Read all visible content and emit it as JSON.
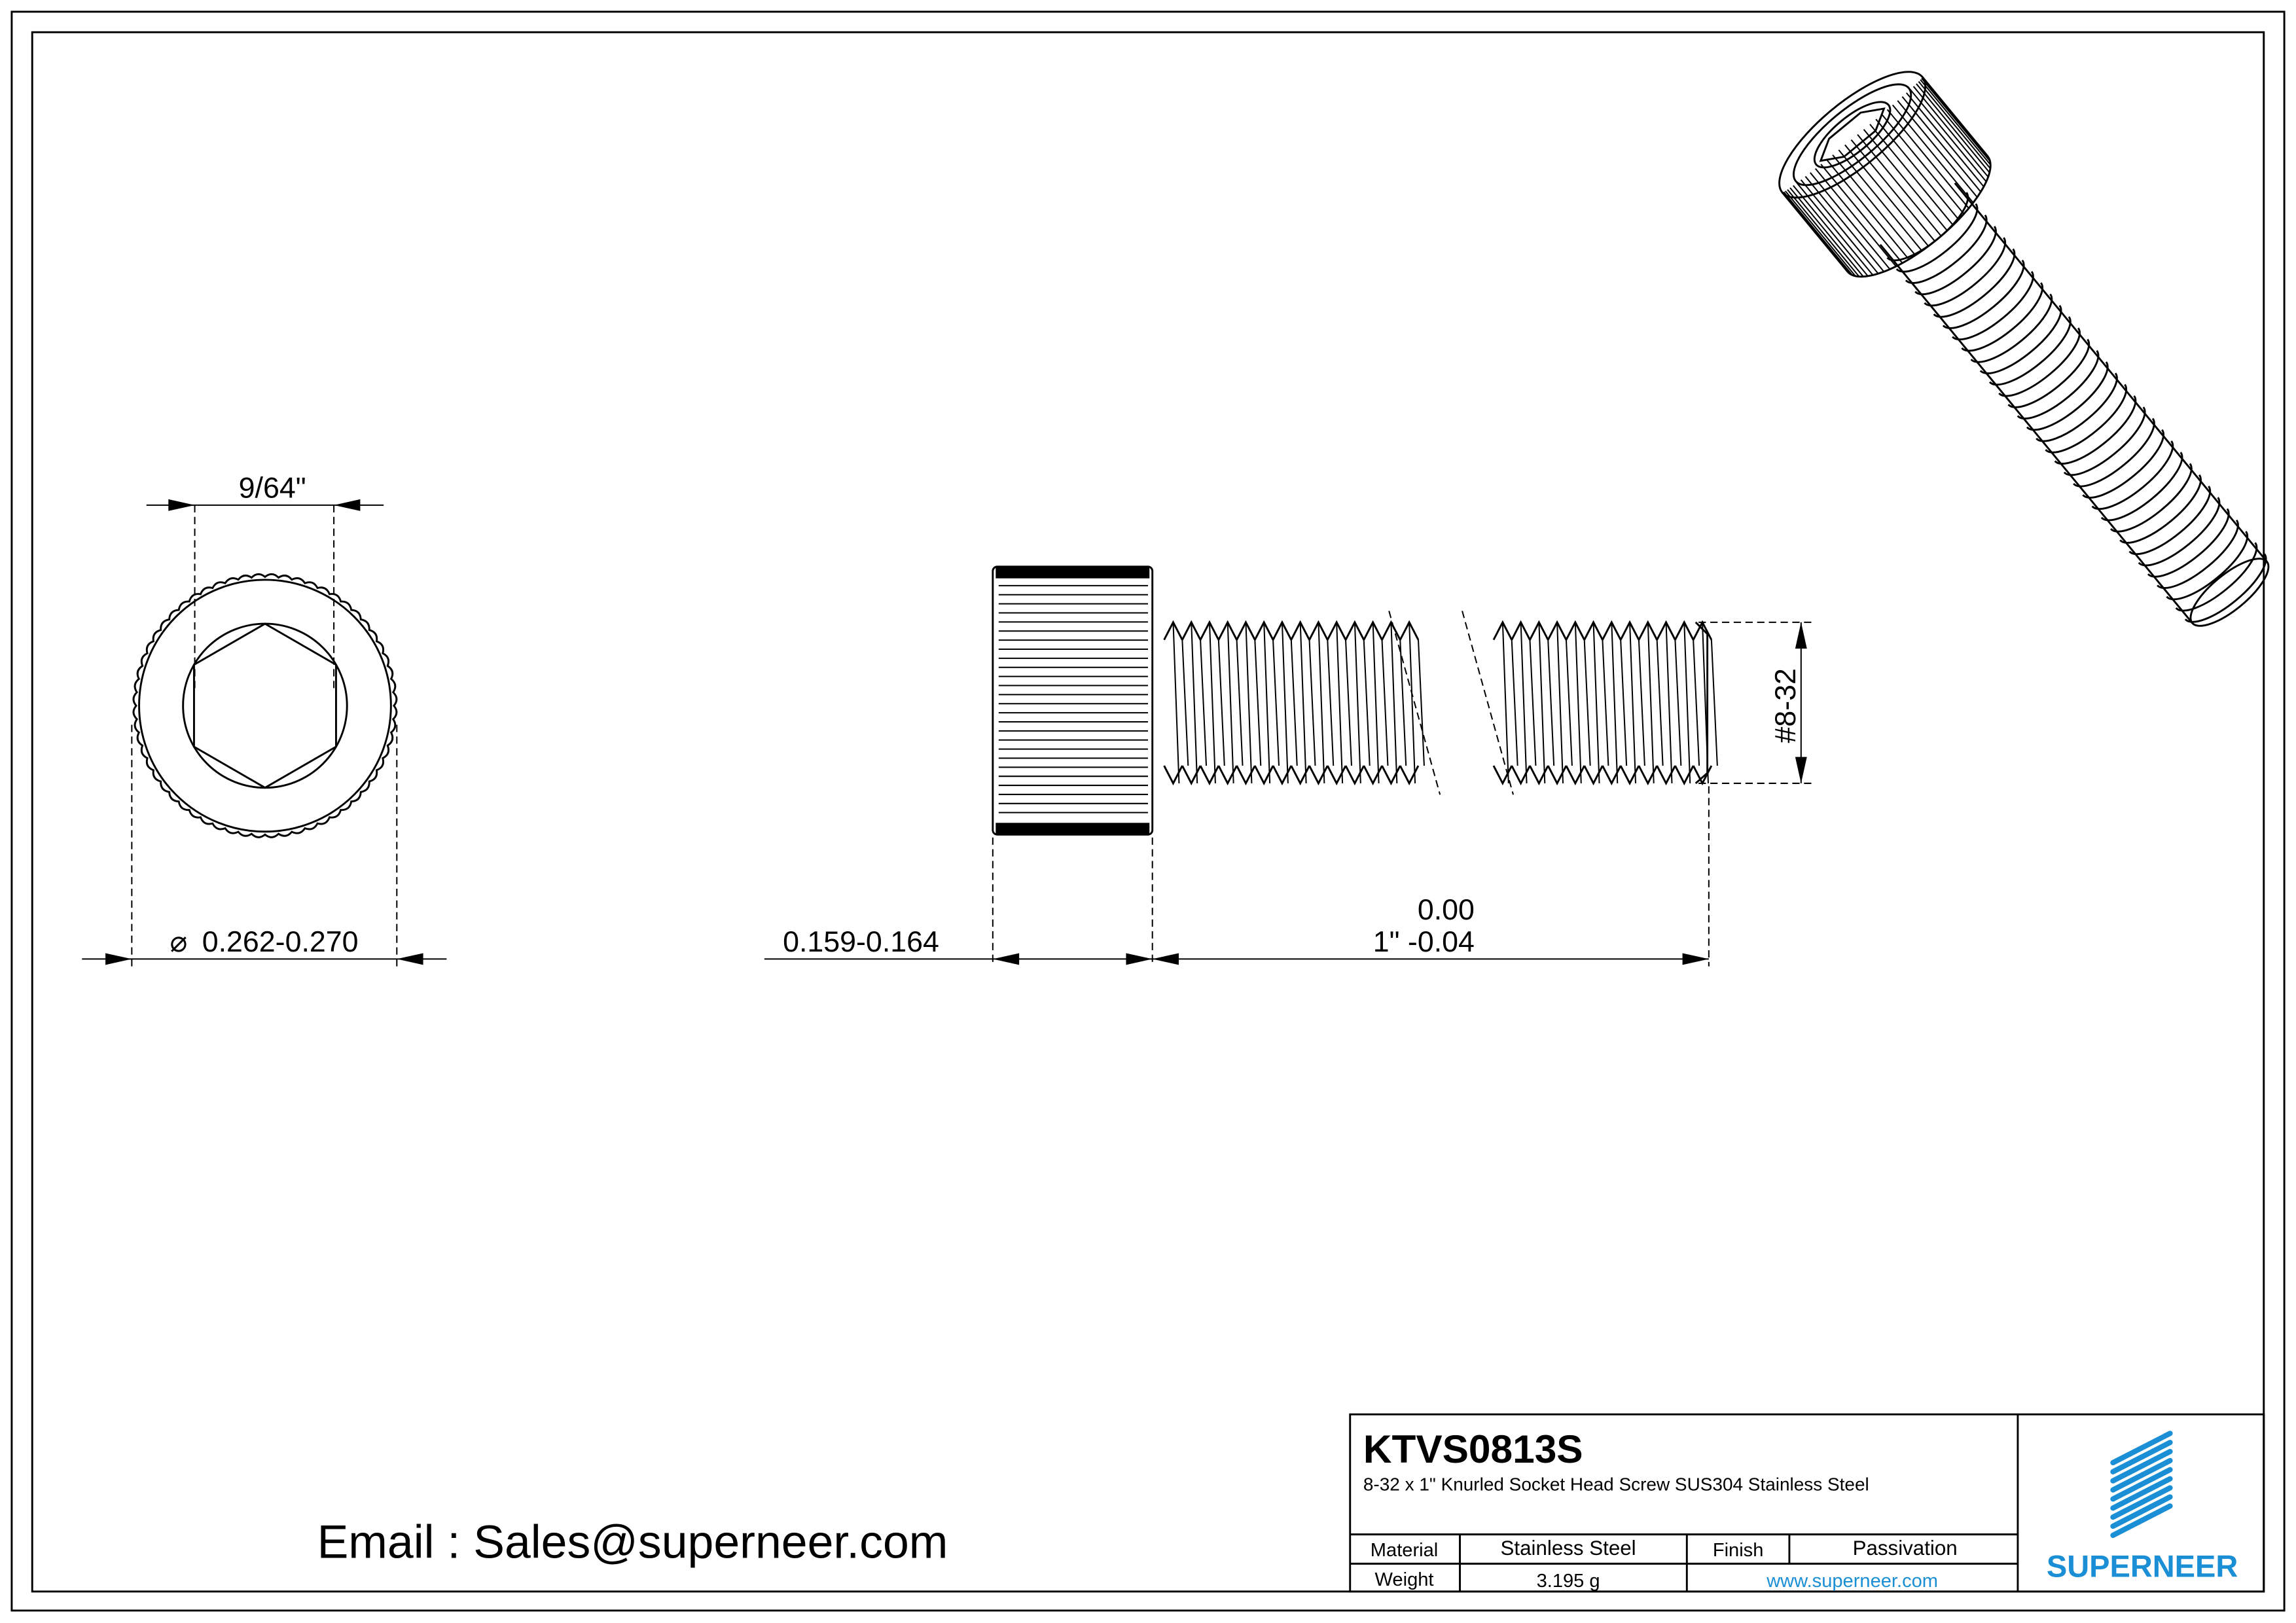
{
  "drawing": {
    "front_view": {
      "socket_width": "9/64\"",
      "head_diameter_symbol": "⌀",
      "head_diameter": "0.262-0.270"
    },
    "side_view": {
      "head_height": "0.159-0.164",
      "length_upper_tolerance": "0.00",
      "length": "1\" -0.04",
      "thread_size": "#8-32"
    }
  },
  "email": "Email : Sales@superneer.com",
  "title_block": {
    "part_number": "KTVS0813S",
    "description": "8-32 x 1\" Knurled Socket Head Screw SUS304 Stainless Steel",
    "material_label": "Material",
    "material_value": "Stainless Steel",
    "finish_label": "Finish",
    "finish_value": "Passivation",
    "weight_label": "Weight",
    "weight_value": "3.195 g",
    "website": "www.superneer.com",
    "logo_text": "SUPERNEER",
    "brand_color": "#1a8fd6"
  }
}
